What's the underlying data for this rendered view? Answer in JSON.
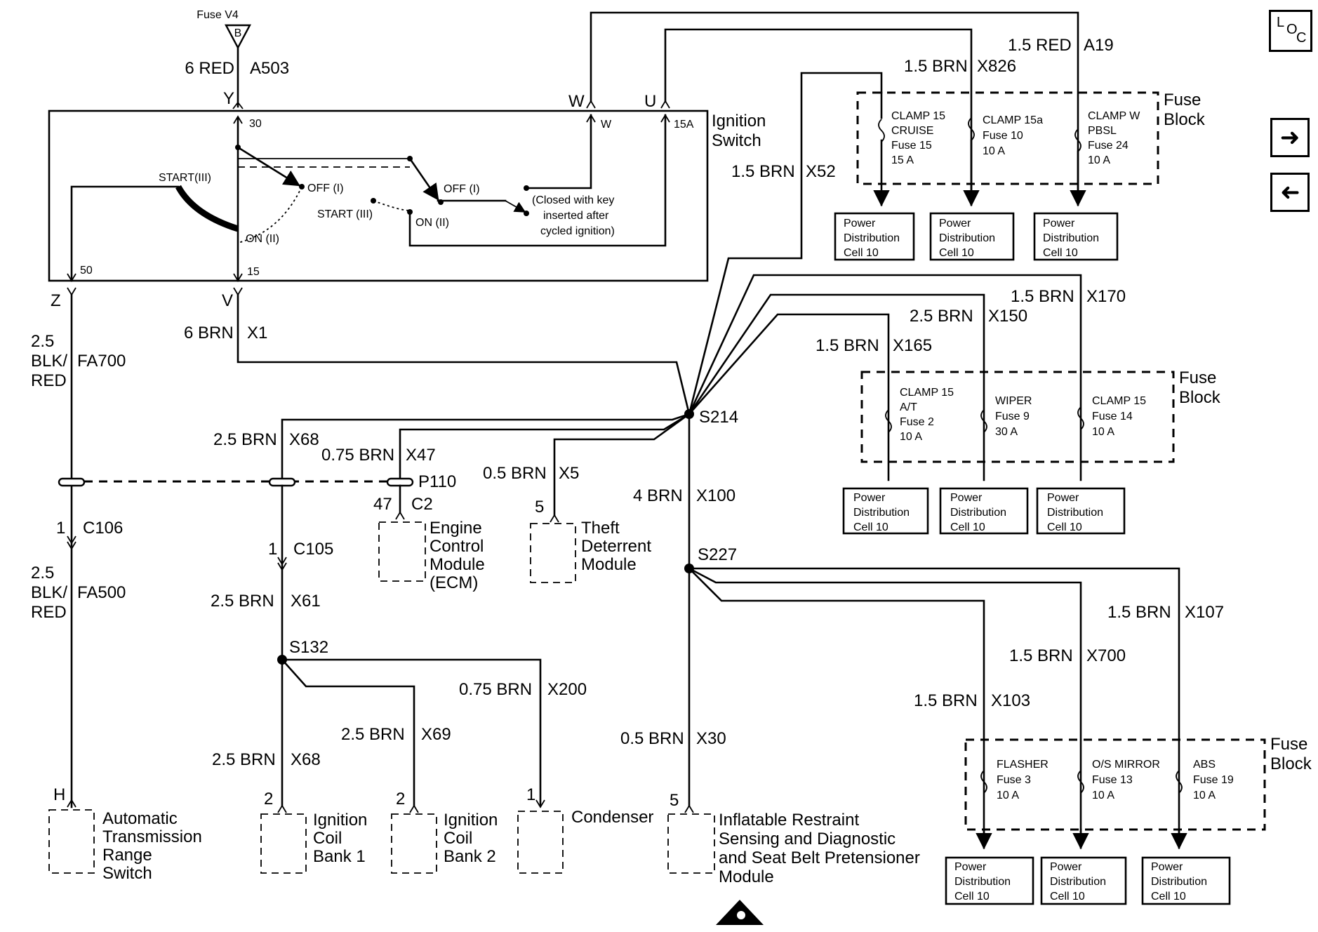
{
  "source": {
    "fuse_name": "Fuse V4",
    "fuse_letter": "B",
    "wire_gauge": "6 RED",
    "wire_circuit": "A503",
    "connector": "Y"
  },
  "ignition_switch": {
    "title_line1": "Ignition",
    "title_line2": "Switch",
    "terminal_30": "30",
    "terminal_w": "W",
    "terminal_15a": "15A",
    "terminal_50": "50",
    "terminal_15": "15",
    "start1": "START(III)",
    "off1": "OFF (I)",
    "on1": "ON (II)",
    "off2": "OFF (I)",
    "start2": "START (III)",
    "on2": "ON (II)",
    "note_line1": "(Closed with key",
    "note_line2": "inserted after",
    "note_line3": "cycled ignition)"
  },
  "connectors": {
    "w": "W",
    "u": "U",
    "z": "Z",
    "v": "V"
  },
  "fuse_block_1": {
    "title_line1": "Fuse",
    "title_line2": "Block",
    "fuses": [
      {
        "line1": "CLAMP 15",
        "line2": "CRUISE",
        "line3": "Fuse 15",
        "line4": "15 A"
      },
      {
        "line1": "CLAMP 15a",
        "line2": "Fuse 10",
        "line3": "10 A",
        "line4": ""
      },
      {
        "line1": "CLAMP W",
        "line2": "PBSL",
        "line3": "Fuse 24",
        "line4": "10 A"
      }
    ]
  },
  "fuse_block_2": {
    "title_line1": "Fuse",
    "title_line2": "Block",
    "fuses": [
      {
        "line1": "CLAMP 15",
        "line2": "A/T",
        "line3": "Fuse 2",
        "line4": "10 A"
      },
      {
        "line1": "WIPER",
        "line2": "Fuse 9",
        "line3": "30 A",
        "line4": ""
      },
      {
        "line1": "CLAMP 15",
        "line2": "Fuse 14",
        "line3": "10 A",
        "line4": ""
      }
    ]
  },
  "fuse_block_3": {
    "title_line1": "Fuse",
    "title_line2": "Block",
    "fuses": [
      {
        "line1": "FLASHER",
        "line2": "Fuse 3",
        "line3": "10 A"
      },
      {
        "line1": "O/S MIRROR",
        "line2": "Fuse 13",
        "line3": "10 A"
      },
      {
        "line1": "ABS",
        "line2": "Fuse 19",
        "line3": "10 A"
      }
    ]
  },
  "power_distribution": {
    "line1": "Power",
    "line2": "Distribution",
    "line3": "Cell 10"
  },
  "wires": {
    "a19": {
      "gauge": "1.5 RED",
      "circuit": "A19"
    },
    "x826": {
      "gauge": "1.5 BRN",
      "circuit": "X826"
    },
    "x52": {
      "gauge": "1.5 BRN",
      "circuit": "X52"
    },
    "x170": {
      "gauge": "1.5 BRN",
      "circuit": "X170"
    },
    "x150": {
      "gauge": "2.5 BRN",
      "circuit": "X150"
    },
    "x165": {
      "gauge": "1.5 BRN",
      "circuit": "X165"
    },
    "x1": {
      "gauge": "6 BRN",
      "circuit": "X1"
    },
    "fa700": {
      "gauge1": "2.5",
      "gauge2": "BLK/",
      "gauge3": "RED",
      "circuit": "FA700"
    },
    "fa500": {
      "gauge1": "2.5",
      "gauge2": "BLK/",
      "gauge3": "RED",
      "circuit": "FA500"
    },
    "x68_top": {
      "gauge": "2.5 BRN",
      "circuit": "X68"
    },
    "x47": {
      "gauge": "0.75 BRN",
      "circuit": "X47"
    },
    "x5": {
      "gauge": "0.5 BRN",
      "circuit": "X5"
    },
    "x100": {
      "gauge": "4 BRN",
      "circuit": "X100"
    },
    "x61": {
      "gauge": "2.5 BRN",
      "circuit": "X61"
    },
    "x200": {
      "gauge": "0.75 BRN",
      "circuit": "X200"
    },
    "x69": {
      "gauge": "2.5 BRN",
      "circuit": "X69"
    },
    "x68_bot": {
      "gauge": "2.5 BRN",
      "circuit": "X68"
    },
    "x30": {
      "gauge": "0.5 BRN",
      "circuit": "X30"
    },
    "x107": {
      "gauge": "1.5 BRN",
      "circuit": "X107"
    },
    "x700": {
      "gauge": "1.5 BRN",
      "circuit": "X700"
    },
    "x103": {
      "gauge": "1.5 BRN",
      "circuit": "X103"
    }
  },
  "splices": {
    "s214": "S214",
    "s227": "S227",
    "s132": "S132"
  },
  "connector_labels": {
    "p110": "P110",
    "c2_pin": "47",
    "c2": "C2",
    "c106_pin": "1",
    "c106": "C106",
    "c105_pin": "1",
    "c105": "C105",
    "x5_pin": "5",
    "h": "H",
    "coil1_pin": "2",
    "coil2_pin": "2",
    "cond_pin": "1",
    "sdm_pin": "5"
  },
  "components": {
    "ecm": [
      "Engine",
      "Control",
      "Module",
      "(ECM)"
    ],
    "theft": [
      "Theft",
      "Deterrent",
      "Module"
    ],
    "trans": [
      "Automatic",
      "Transmission",
      "Range",
      "Switch"
    ],
    "coil1": [
      "Ignition",
      "Coil",
      "Bank 1"
    ],
    "coil2": [
      "Ignition",
      "Coil",
      "Bank 2"
    ],
    "condenser": [
      "Condenser"
    ],
    "sdm": [
      "Inflatable Restraint",
      "Sensing and Diagnostic",
      "and Seat Belt Pretensioner",
      "Module"
    ]
  },
  "nav": {
    "loc_letters": [
      "L",
      "O",
      "C"
    ],
    "next_icon": "arrow-right",
    "prev_icon": "arrow-left"
  }
}
